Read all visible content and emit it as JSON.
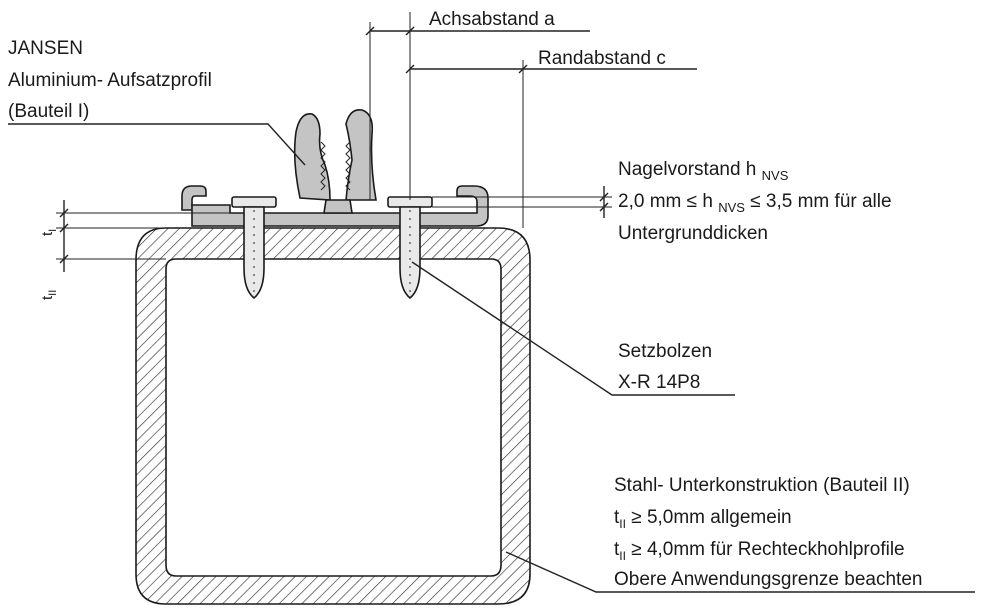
{
  "labels": {
    "spacing_a": "Achsabstand a",
    "edge_c": "Randabstand c",
    "profile_line1": "JANSEN",
    "profile_line2": "Aluminium- Aufsatzprofil",
    "profile_line3": "(Bauteil I)",
    "nail_title_main": "Nagelvorstand h",
    "nail_title_sub": "NVS",
    "nail_range_a": "2,0 mm ≤ h",
    "nail_range_sub": "NVS",
    "nail_range_b": "≤ 3,5 mm für alle",
    "nail_range_line2": "Untergrunddicken",
    "bolt_line1": "Setzbolzen",
    "bolt_line2": "X-R 14P8",
    "steel_line1": "Stahl- Unterkonstruktion (Bauteil II)",
    "steel_line2_t": "t",
    "steel_line2_sub": "II",
    "steel_line2_rest": "≥ 5,0mm allgemein",
    "steel_line3_t": "t",
    "steel_line3_sub": "II",
    "steel_line3_rest": "≥ 4,0mm für Rechteckhohlprofile",
    "steel_line4": "Obere Anwendungsgrenze beachten",
    "dim_t1": "t",
    "dim_t1_sub": "I",
    "dim_t2": "t",
    "dim_t2_sub": "II"
  },
  "colors": {
    "line": "#222222",
    "profile_fill": "#c4c4c4",
    "bolt_fill": "#e9e9e9",
    "hatch": "#333333"
  }
}
